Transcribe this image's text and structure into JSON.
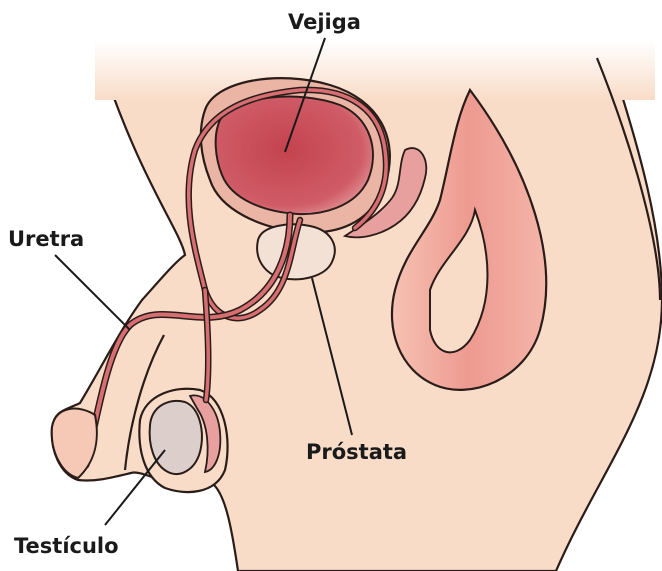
{
  "labels": {
    "bladder": "Vejiga",
    "urethra": "Uretra",
    "prostate": "Próstata",
    "testicle": "Testículo"
  },
  "colors": {
    "skin": "#f9dcc8",
    "skin_shadow": "#f1c8b3",
    "outline": "#2a1c18",
    "bladder": "#c94d5a",
    "bladder_light": "#d86a73",
    "tube": "#d66e72",
    "prostate": "#f3e1d5",
    "testicle": "#dccfcb",
    "epididymis": "#e7a09e",
    "rectum": "#ef9e95"
  }
}
